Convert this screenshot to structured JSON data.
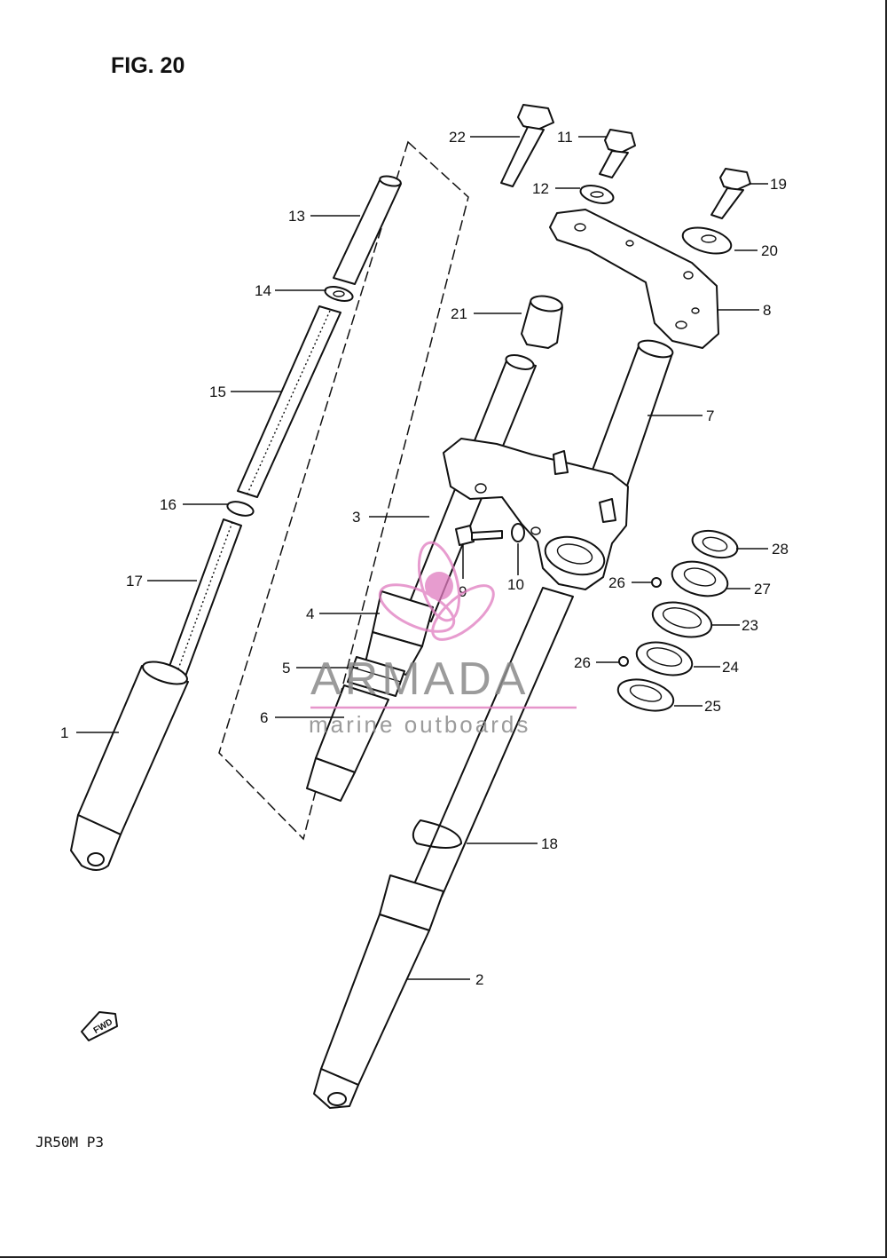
{
  "figure": {
    "title": "FIG. 20",
    "model_code": "JR50M  P3",
    "fwd_label": "FWD"
  },
  "watermark": {
    "brand": "ARMADA",
    "tagline": "marine outboards",
    "color": "#e07bbf"
  },
  "callouts": {
    "c1": "1",
    "c2": "2",
    "c3": "3",
    "c4": "4",
    "c5": "5",
    "c6": "6",
    "c7": "7",
    "c8": "8",
    "c9": "9",
    "c10": "10",
    "c11": "11",
    "c12": "12",
    "c13": "13",
    "c14": "14",
    "c15": "15",
    "c16": "16",
    "c17": "17",
    "c18": "18",
    "c19": "19",
    "c20": "20",
    "c21": "21",
    "c22": "22",
    "c23": "23",
    "c24": "24",
    "c25": "25",
    "c26a": "26",
    "c26b": "26",
    "c27": "27",
    "c28": "28"
  }
}
